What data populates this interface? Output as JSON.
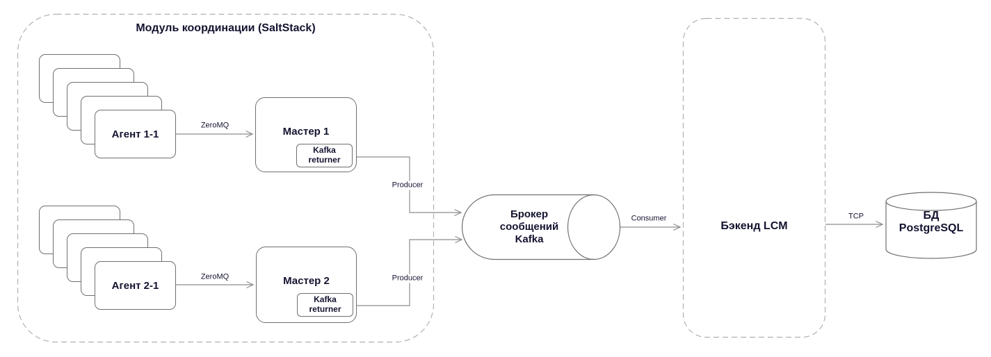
{
  "coordination_module": {
    "title": "Модуль координации (SaltStack)",
    "agent_stack_1": {
      "label": "Агент 1-1",
      "card_count": 5
    },
    "agent_stack_2": {
      "label": "Агент 2-1",
      "card_count": 5
    },
    "master_1": {
      "label": "Мастер 1",
      "returner": "Kafka\nreturner"
    },
    "master_2": {
      "label": "Мастер 2",
      "returner": "Kafka\nreturner"
    }
  },
  "broker": {
    "label": "Брокер\nсообщений\nKafka"
  },
  "backend": {
    "label": "Бэкенд LCM"
  },
  "database": {
    "label": "БД\nPostgreSQL"
  },
  "edges": {
    "zeromq_1": "ZeroMQ",
    "zeromq_2": "ZeroMQ",
    "producer_1": "Producer",
    "producer_2": "Producer",
    "consumer": "Consumer",
    "tcp": "TCP"
  },
  "colors": {
    "text": "#131330",
    "node_border": "#6f6f6f",
    "dashed_border": "#b0b0b0",
    "connector": "#8c8c8c",
    "background": "#ffffff"
  }
}
